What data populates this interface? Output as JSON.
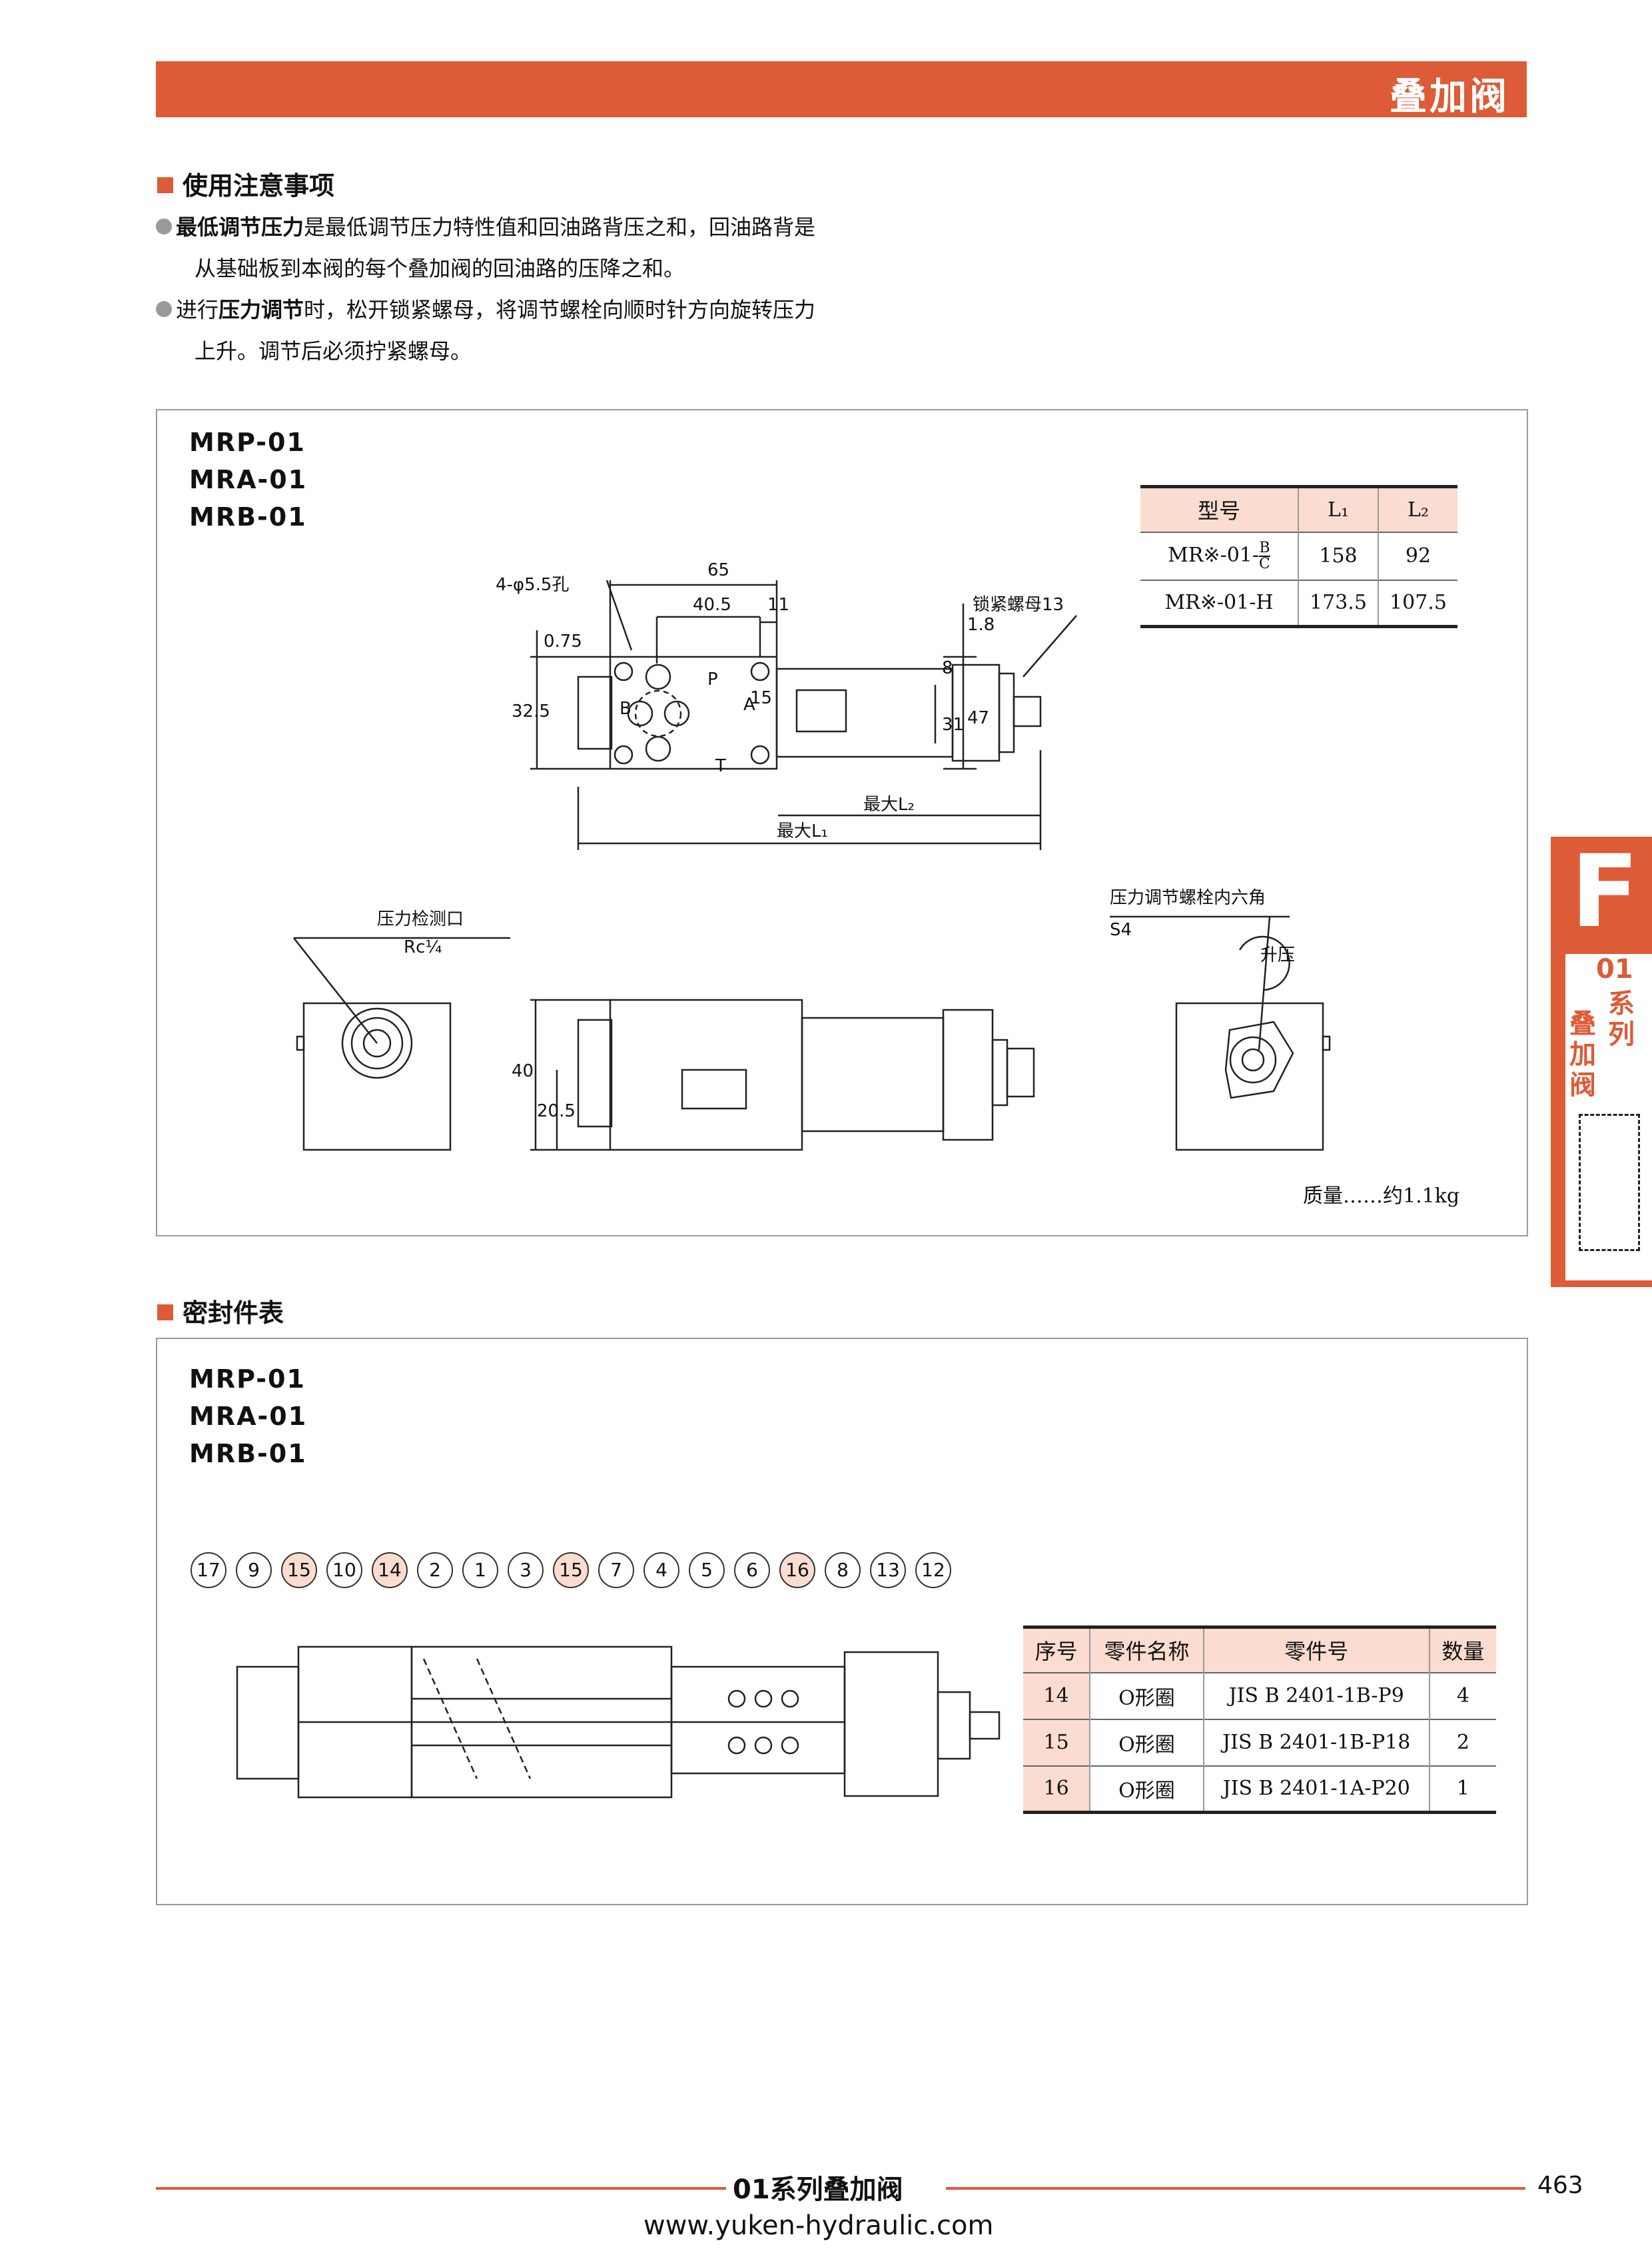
{
  "header": {
    "title": "叠加阀"
  },
  "usage": {
    "title": "使用注意事项",
    "notes": [
      {
        "bold": "最低调节压力",
        "text1": "是最低调节压力特性值和回油路背压之和，回油路背是",
        "text2": "从基础板到本阀的每个叠加阀的回油路的压降之和。"
      },
      {
        "lead": "进行",
        "bold": "压力调节",
        "text1": "时，松开锁紧螺母，将调节螺栓向顺时针方向旋转压力",
        "text2": "上升。调节后必须拧紧螺母。"
      }
    ]
  },
  "dimension_box": {
    "models": [
      "MRP-01",
      "MRA-01",
      "MRB-01"
    ],
    "table": {
      "headers": [
        "型号",
        "L₁",
        "L₂"
      ],
      "rows": [
        {
          "model": "MR※-01-",
          "sup": "B",
          "sub": "C",
          "l1": "158",
          "l2": "92"
        },
        {
          "model": "MR※-01-H",
          "sup": "",
          "sub": "",
          "l1": "173.5",
          "l2": "107.5"
        }
      ]
    },
    "labels": {
      "holes": "4-φ5.5孔",
      "lock_nut": "锁紧螺母13",
      "max_l2": "最大L₂",
      "max_l1": "最大L₁",
      "gauge_port": "压力检测口",
      "gauge_thread": "Rc¹⁄₄",
      "adjust_bolt": "压力调节螺栓内六角",
      "s4": "S4",
      "rise": "升压",
      "port_p": "P",
      "port_a": "A",
      "port_b": "B",
      "port_t": "T"
    },
    "dims": [
      "65",
      "40.5",
      "11",
      "1.8",
      "0.75",
      "8",
      "15",
      "31",
      "47",
      "32.5",
      "40",
      "20.5"
    ],
    "mass": "质量……约1.1kg"
  },
  "seal": {
    "title": "密封件表",
    "models": [
      "MRP-01",
      "MRA-01",
      "MRB-01"
    ],
    "callouts": [
      "17",
      "9",
      "15",
      "10",
      "14",
      "2",
      "1",
      "3",
      "15",
      "7",
      "4",
      "5",
      "6",
      "16",
      "8",
      "13",
      "12"
    ],
    "highlight": [
      "15",
      "14",
      "16"
    ],
    "table": {
      "headers": [
        "序号",
        "零件名称",
        "零件号",
        "数量"
      ],
      "rows": [
        {
          "no": "14",
          "name": "O形圈",
          "part": "JIS B 2401-1B-P9",
          "qty": "4"
        },
        {
          "no": "15",
          "name": "O形圈",
          "part": "JIS B 2401-1B-P18",
          "qty": "2"
        },
        {
          "no": "16",
          "name": "O形圈",
          "part": "JIS B 2401-1A-P20",
          "qty": "1"
        }
      ]
    }
  },
  "side_tab": {
    "letter": "F",
    "line1": "01",
    "line2": "系",
    "line3": "列",
    "line4": "叠",
    "line5": "加",
    "line6": "阀"
  },
  "footer": {
    "series": "01系列叠加阀",
    "page": "463",
    "url": "www.yuken-hydraulic.com"
  },
  "colors": {
    "accent": "#dd5b36",
    "shade": "#fbdcd0",
    "border": "#9a9a9a"
  }
}
